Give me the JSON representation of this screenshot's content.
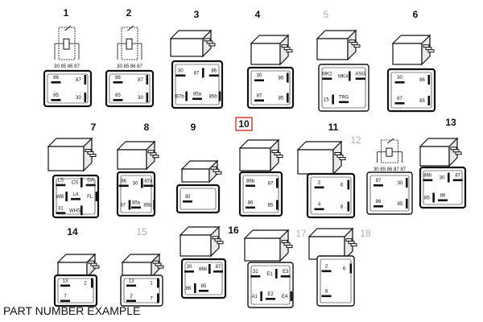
{
  "caption": "PART NUMBER EXAMPLE",
  "highlight_color": "#d9342b",
  "relays": [
    {
      "number": "1",
      "gray": false,
      "highlight": false,
      "pins_top": "30 85   86 87",
      "pins": [
        "86",
        "87",
        "85",
        "30"
      ]
    },
    {
      "number": "2",
      "gray": false,
      "highlight": false,
      "pins_top": "30 85   86 87",
      "pins": [
        "86",
        "87",
        "85",
        "30"
      ]
    },
    {
      "number": "3",
      "gray": false,
      "highlight": false,
      "pins": [
        "30",
        "87",
        "86",
        "B7b",
        "85a",
        "85b"
      ]
    },
    {
      "number": "4",
      "gray": false,
      "highlight": false,
      "pins": [
        "30",
        "86",
        "87",
        "85"
      ]
    },
    {
      "number": "5",
      "gray": true,
      "highlight": false,
      "pins": [
        "MK2",
        "MK4",
        "ASG",
        "15",
        "TRG"
      ]
    },
    {
      "number": "6",
      "gray": false,
      "highlight": false,
      "pins": [
        "30",
        "86",
        "87",
        "85"
      ]
    },
    {
      "number": "7",
      "gray": false,
      "highlight": false,
      "pins": [
        "LS",
        "CS",
        "GA",
        "WB",
        "LA",
        "FL",
        "31",
        "WHS"
      ]
    },
    {
      "number": "8",
      "gray": false,
      "highlight": false,
      "pins": [
        "86",
        "30",
        "87a",
        "87",
        "85a",
        "85b"
      ]
    },
    {
      "number": "9",
      "gray": false,
      "highlight": false,
      "pins": [
        "30"
      ]
    },
    {
      "number": "10",
      "gray": false,
      "highlight": true,
      "pins": [
        "86b",
        "87",
        "86",
        "85"
      ]
    },
    {
      "number": "11",
      "gray": false,
      "highlight": false,
      "pins": [
        "2",
        "6",
        "4",
        "8"
      ]
    },
    {
      "number": "12",
      "gray": true,
      "highlight": false,
      "pins_top": "30 85 86 87 87",
      "pins": [
        "87",
        "30",
        "86",
        "85"
      ]
    },
    {
      "number": "13",
      "gray": false,
      "highlight": false,
      "pins": [
        "86b",
        "30",
        "87",
        "85",
        "86"
      ]
    },
    {
      "number": "14",
      "gray": false,
      "highlight": false,
      "pins": [
        "13",
        "2",
        "7"
      ]
    },
    {
      "number": "15",
      "gray": true,
      "highlight": false,
      "pins": [
        "13",
        "1",
        "2",
        "7"
      ]
    },
    {
      "number": "16",
      "gray": false,
      "highlight": false,
      "pins": [
        "30",
        "86b",
        "87",
        "86",
        "85"
      ]
    },
    {
      "number": "17",
      "gray": true,
      "highlight": false,
      "pins": [
        "31",
        "E1",
        "E3",
        "A1",
        "E2",
        "E4"
      ]
    },
    {
      "number": "18",
      "gray": true,
      "highlight": false,
      "pins": [
        "2",
        "6",
        "8"
      ]
    }
  ]
}
